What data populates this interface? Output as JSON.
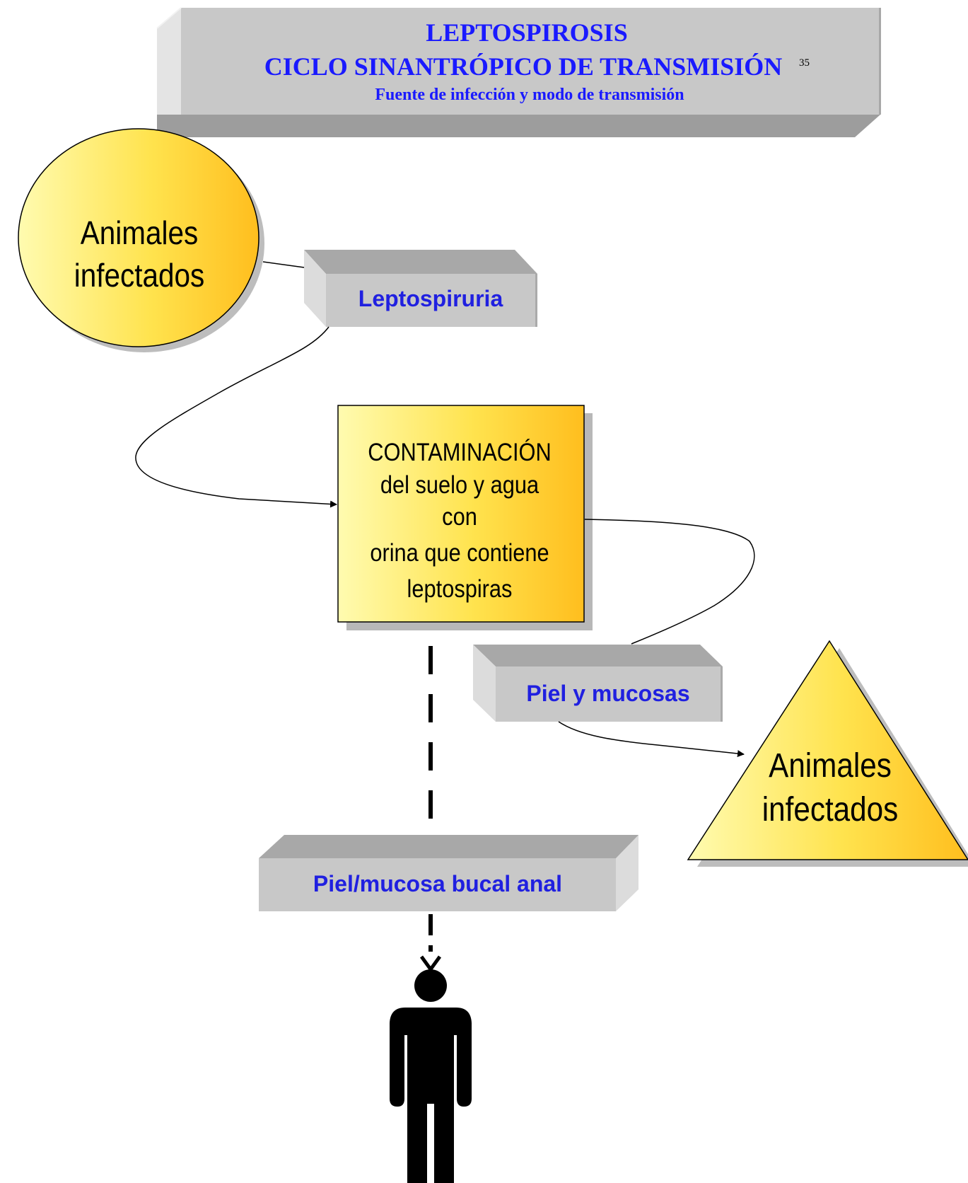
{
  "header": {
    "title": "LEPTOSPIROSIS",
    "subtitle": "CICLO SINANTRÓPICO DE TRANSMISIÓN",
    "page_number": "35",
    "caption": "Fuente de infección y modo de transmisión"
  },
  "nodes": {
    "source_animals": {
      "line1": "Animales",
      "line2": "infectados"
    },
    "leptospiruria": {
      "label": "Leptospiruria"
    },
    "contamination": {
      "line1": "CONTAMINACIÓN",
      "line2": "del suelo y agua",
      "line3": "con",
      "line4": "orina que contiene",
      "line5": "leptospiras"
    },
    "skin_mucosa": {
      "label": "Piel y mucosas"
    },
    "target_animals": {
      "line1": "Animales",
      "line2": "infectados"
    },
    "skin_mucosa_oral_anal": {
      "label": "Piel/mucosa bucal anal"
    },
    "human": {
      "icon": "person-icon"
    }
  },
  "colors": {
    "title_blue": "#1a1aff",
    "label_blue": "#2020e0",
    "yellow_light": "#fff7a6",
    "yellow_mid": "#ffe04a",
    "yellow_dark": "#ffbe1e",
    "gray_face": "#c8c8c8",
    "gray_top": "#a6a6a6",
    "gray_side": "#dadada",
    "shadow": "#b8b8b8"
  }
}
